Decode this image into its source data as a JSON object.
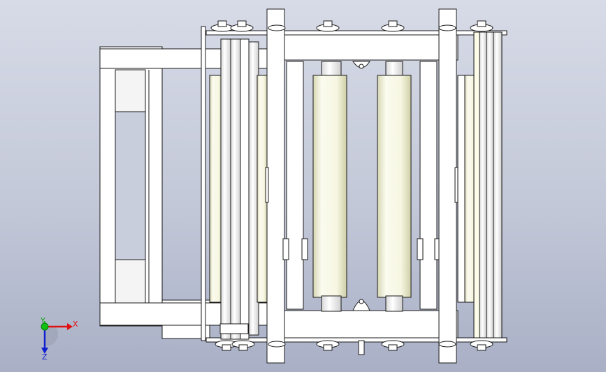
{
  "viewport": {
    "background_top": "#d7dbe7",
    "background_bottom": "#a9b0c6",
    "model": {
      "line_color": "#1a1a1a",
      "frame_fill": "#ffffff",
      "roller_fill": "#f7f7e8",
      "roller_shade": "#d9d9b8",
      "shaft_fill": "#f0f0f0",
      "roller_count_main": 2,
      "roller_count_side": 3
    }
  },
  "triad": {
    "x_label": "X",
    "y_label": "Y",
    "z_label": "Z",
    "x_color": "#e01010",
    "y_color": "#10c010",
    "z_color": "#1020d0"
  }
}
